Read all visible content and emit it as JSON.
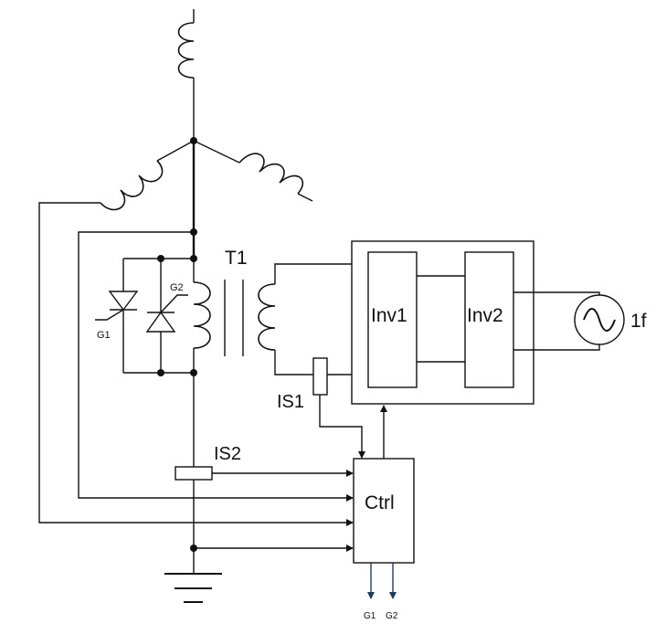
{
  "labels": {
    "transformer": "T1",
    "inverter1": "Inv1",
    "inverter2": "Inv2",
    "single_phase": "1f",
    "sensor1": "IS1",
    "sensor2": "IS2",
    "controller": "Ctrl",
    "gate1": "G1",
    "gate2": "G2",
    "out_gate1": "G1",
    "out_gate2": "G2"
  },
  "colors": {
    "line": "#111111",
    "gate_arrow": "#1f3b5c",
    "background": "#ffffff"
  }
}
